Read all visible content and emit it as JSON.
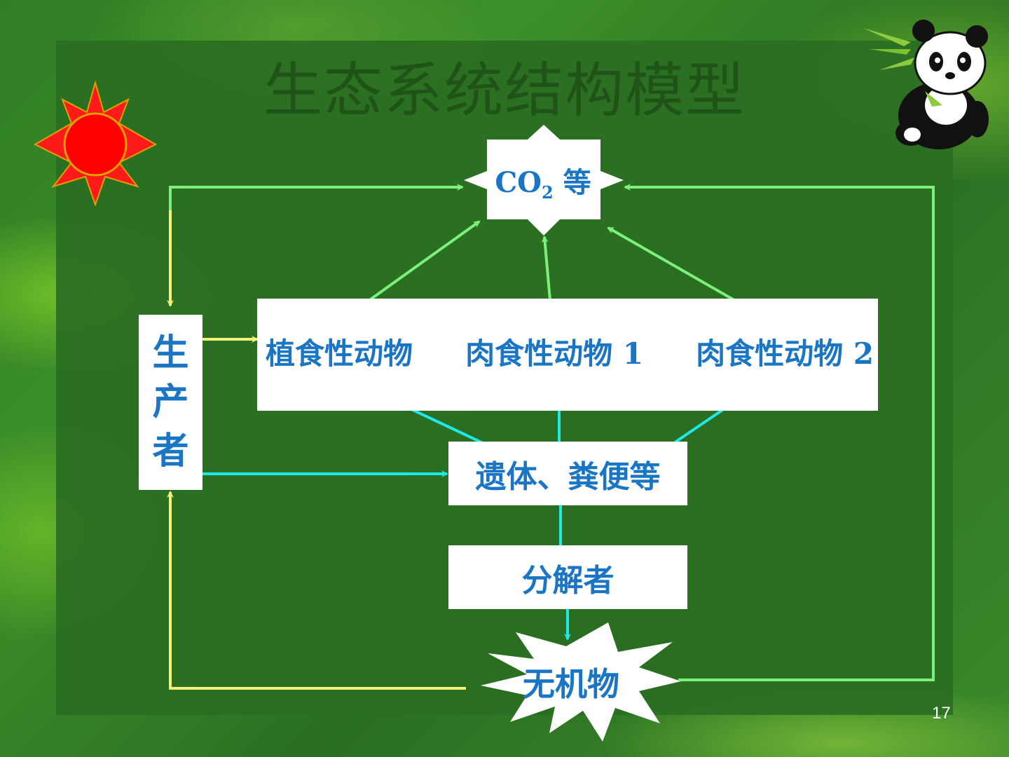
{
  "slide": {
    "title": "生态系统结构模型",
    "page_number": "17"
  },
  "nodes": {
    "co2": {
      "main": "CO",
      "sub": "2",
      "tail": " 等"
    },
    "producer": [
      "生",
      "产",
      "者"
    ],
    "consumers": [
      "植食性动物",
      "肉食性动物 1",
      "肉食性动物 2"
    ],
    "remains": "遗体、粪便等",
    "decomposer": "分解者",
    "inorganic": "无机物"
  },
  "colors": {
    "green_arrow": "#7cf07a",
    "yellow_arrow": "#f4f07a",
    "cyan_arrow": "#1ee8e8",
    "sun": "#ff0000",
    "label_blue": "#1a75c4"
  },
  "icons": [
    "sun-icon",
    "panda-illustration"
  ]
}
